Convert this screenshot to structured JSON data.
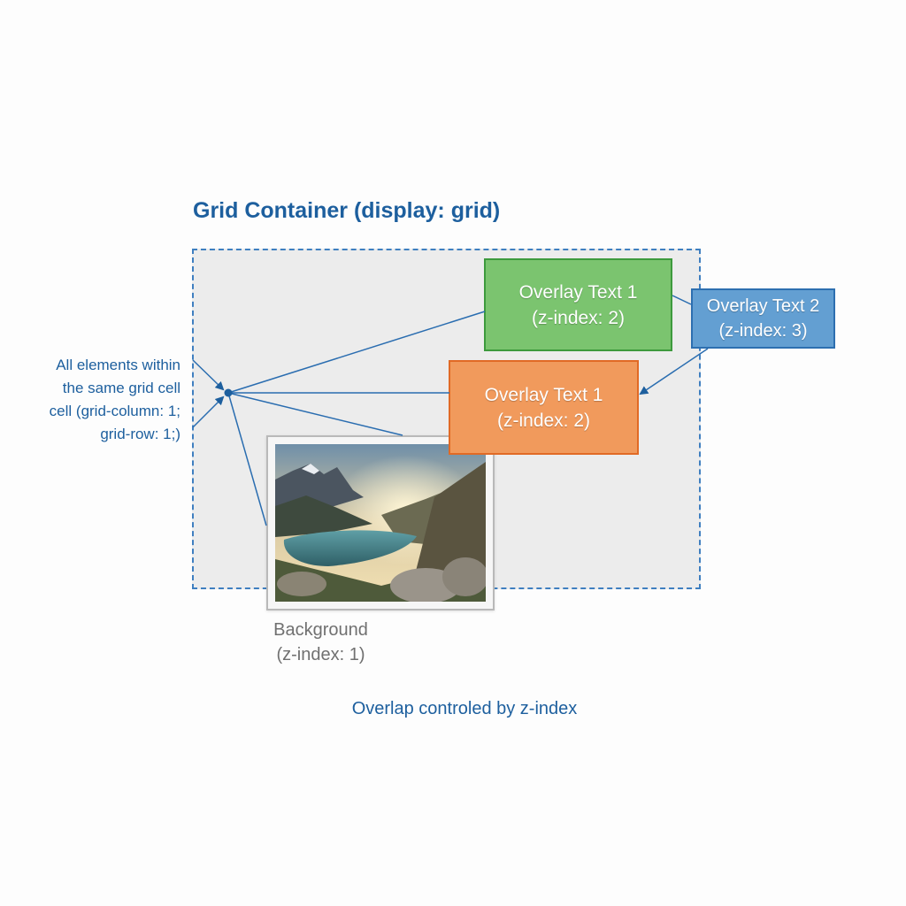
{
  "diagram": {
    "title": "Grid Container (display: grid)",
    "side_note": {
      "lines": [
        "All elements within",
        "the same grid cell",
        "cell (grid-column: 1;",
        "grid-row: 1;)"
      ]
    },
    "overlays": {
      "green": {
        "line1": "Overlay Text 1",
        "line2": "(z-index: 2)",
        "color": "#7bc46f"
      },
      "orange": {
        "line1": "Overlay Text 1",
        "line2": "(z-index: 2)",
        "color": "#f19a5c"
      },
      "blue": {
        "line1": "Overlay Text 2",
        "line2": "(z-index: 3)",
        "color": "#639fd2"
      }
    },
    "background": {
      "line1": "Background",
      "line2": "(z-index: 1)",
      "image": "mountain-lake-photo"
    },
    "caption": "Overlap controled by z-index",
    "colors": {
      "accent": "#1d5f9e",
      "container_border": "#3f7fc0",
      "container_fill": "#ececec"
    }
  }
}
